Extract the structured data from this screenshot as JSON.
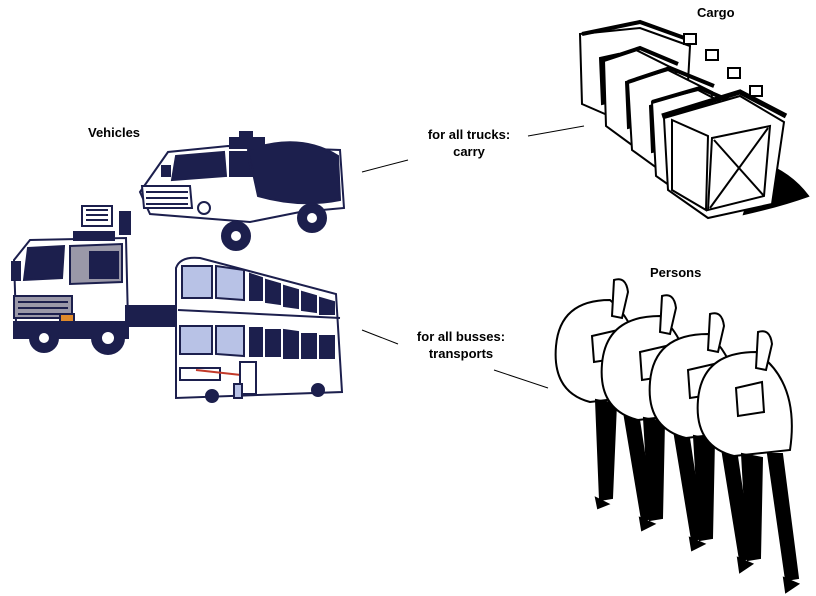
{
  "labels": {
    "vehicles": "Vehicles",
    "cargo": "Cargo",
    "persons": "Persons"
  },
  "relations": {
    "trucks": {
      "line1": "for all trucks:",
      "line2": "carry"
    },
    "busses": {
      "line1": "for all busses:",
      "line2": "transports"
    }
  },
  "icons": {
    "vehicles": [
      "tanker-truck-icon",
      "tow-truck-icon",
      "double-decker-bus-icon"
    ],
    "cargo": "crates-icon",
    "persons": "business-people-icon"
  },
  "colors": {
    "ink": "#000000",
    "navy": "#1c1f4d",
    "grey": "#9a98a8",
    "glass": "#b8c2e6",
    "accent_red": "#c23a2a",
    "accent_orange": "#e08a2a"
  }
}
